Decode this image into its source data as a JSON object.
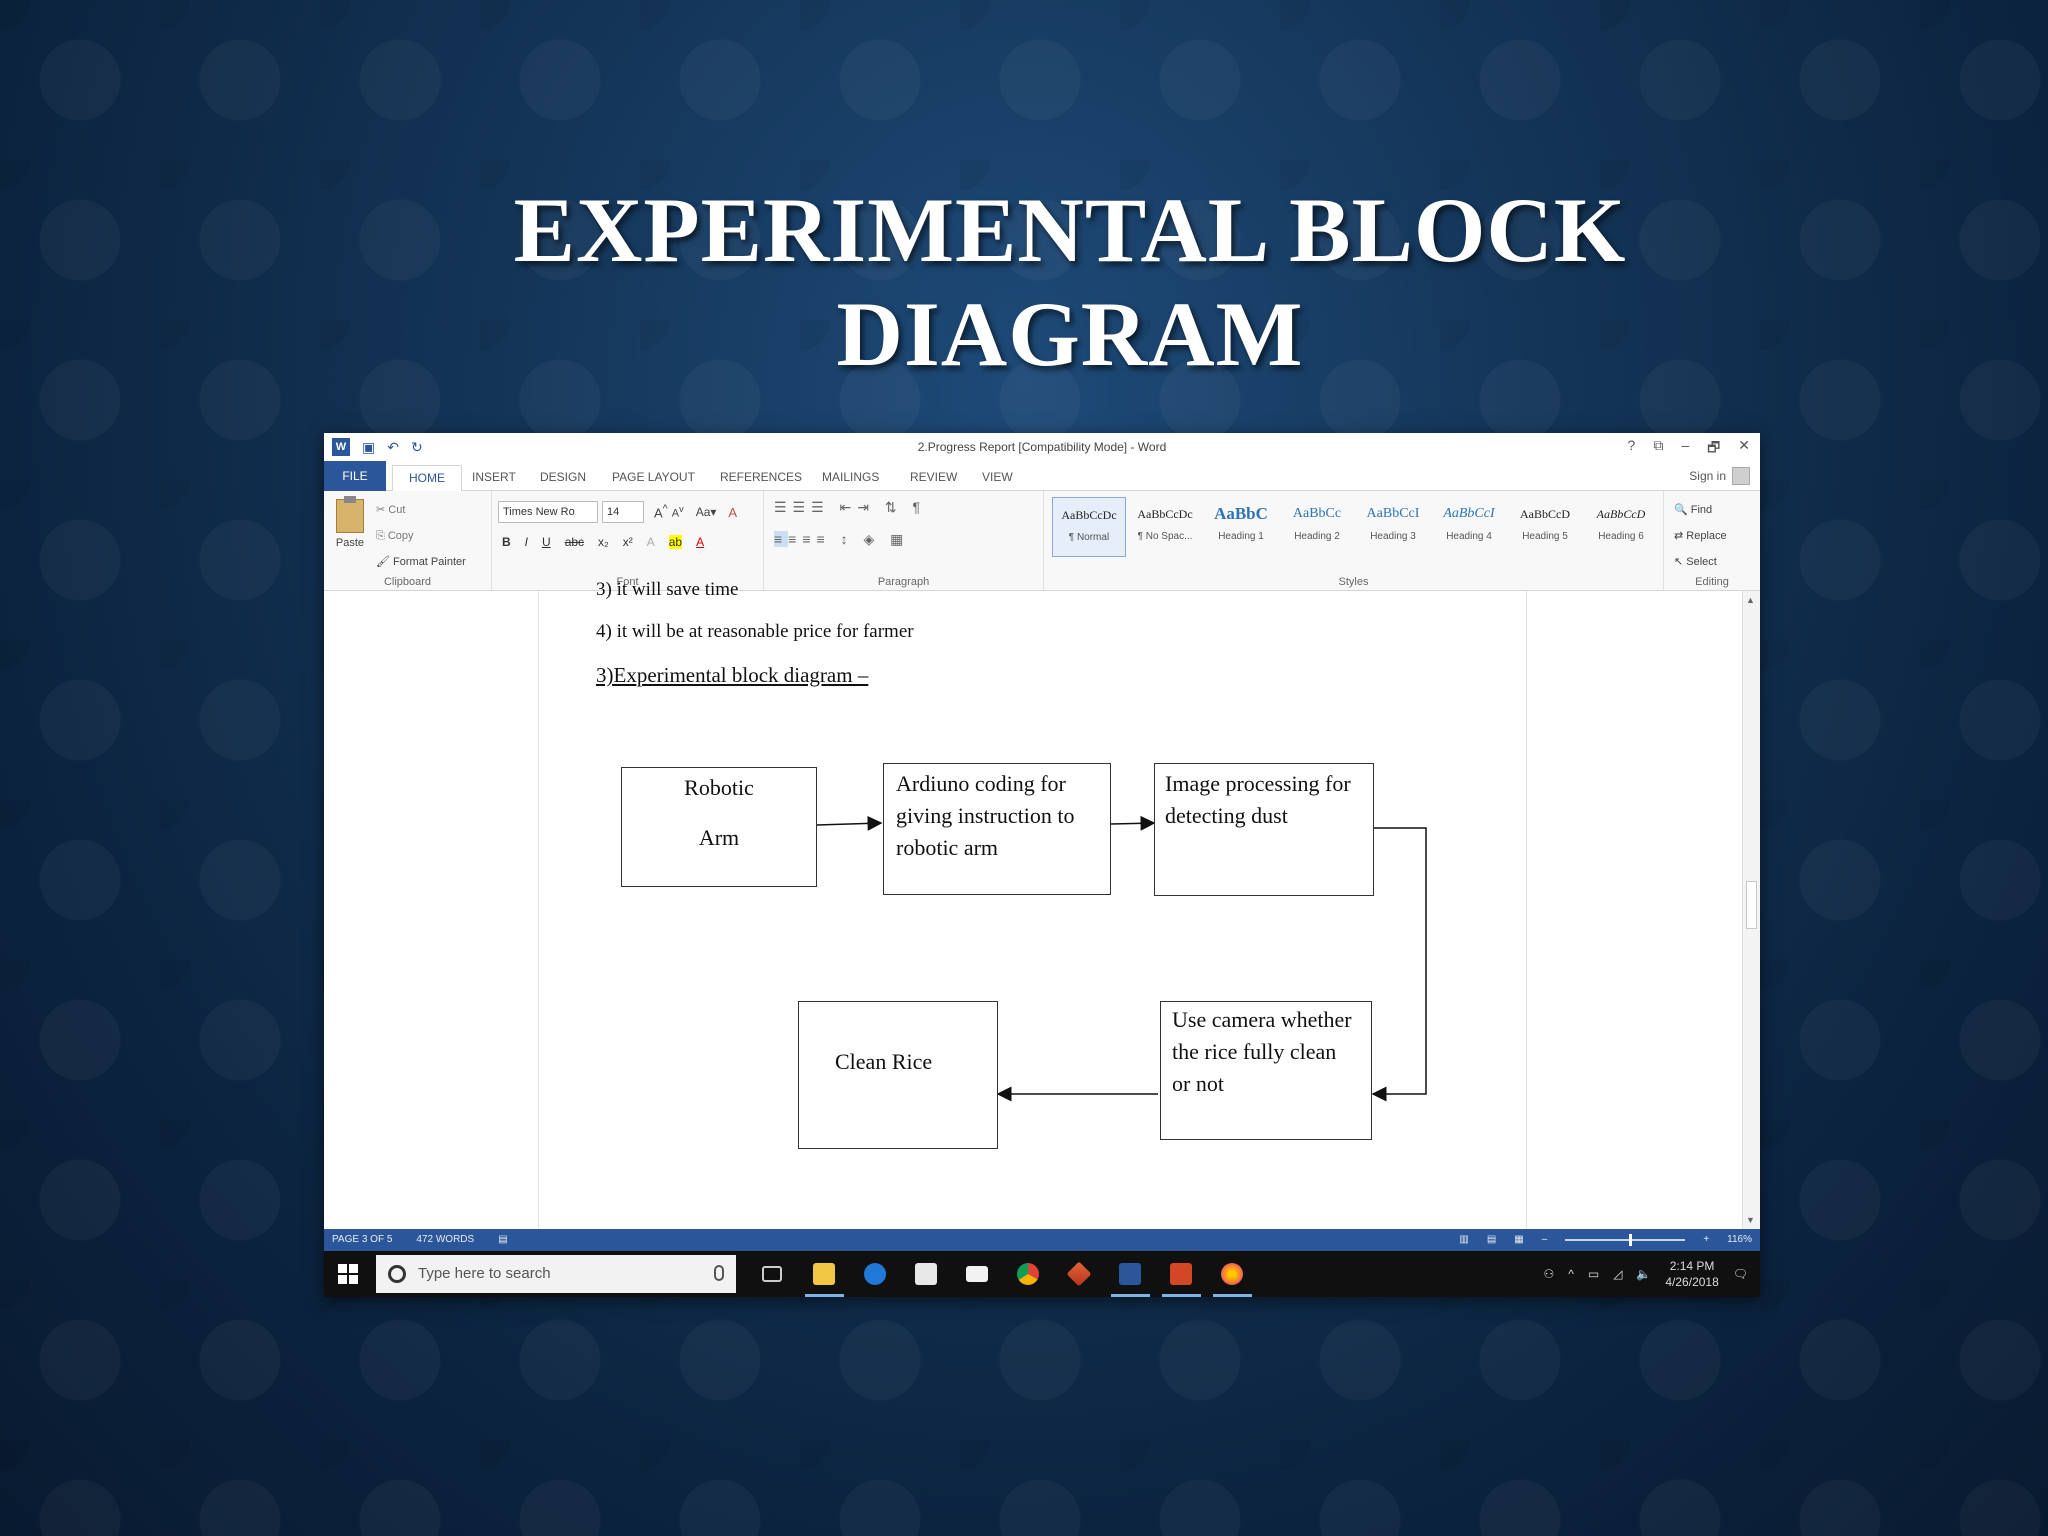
{
  "slide": {
    "title_line1": "EXPERIMENTAL BLOCK",
    "title_line2": "DIAGRAM"
  },
  "window": {
    "title": "2.Progress Report [Compatibility Mode] - Word",
    "controls": [
      "?",
      "⧉",
      "–",
      "🗗",
      "✕"
    ]
  },
  "tabs": [
    "FILE",
    "HOME",
    "INSERT",
    "DESIGN",
    "PAGE LAYOUT",
    "REFERENCES",
    "MAILINGS",
    "REVIEW",
    "VIEW"
  ],
  "signin": "Sign in",
  "ribbon": {
    "clipboard": {
      "label": "Clipboard",
      "paste": "Paste",
      "cut": "Cut",
      "copy": "Copy",
      "format_painter": "Format Painter"
    },
    "font": {
      "label": "Font",
      "font_name": "Times New Ro",
      "font_size": "14"
    },
    "paragraph": {
      "label": "Paragraph"
    },
    "styles": {
      "label": "Styles",
      "items": [
        {
          "sample": "AaBbCcDc",
          "name": "¶ Normal"
        },
        {
          "sample": "AaBbCcDc",
          "name": "¶ No Spac..."
        },
        {
          "sample": "AaBbC",
          "name": "Heading 1"
        },
        {
          "sample": "AaBbCc",
          "name": "Heading 2"
        },
        {
          "sample": "AaBbCcI",
          "name": "Heading 3"
        },
        {
          "sample": "AaBbCcI",
          "name": "Heading 4"
        },
        {
          "sample": "AaBbCcD",
          "name": "Heading 5"
        },
        {
          "sample": "AaBbCcD",
          "name": "Heading 6"
        }
      ]
    },
    "editing": {
      "label": "Editing",
      "find": "Find",
      "replace": "Replace",
      "select": "Select"
    }
  },
  "document": {
    "line_cut": "3) it will save time",
    "line4": "4) it will be at reasonable price for farmer",
    "heading": "3)Experimental block diagram –",
    "boxes": {
      "robotic_arm_line1": "Robotic",
      "robotic_arm_line2": "Arm",
      "arduino_line1": "Ardiuno coding for",
      "arduino_line2": "giving instruction to",
      "arduino_line3": "robotic arm",
      "image_line1": "Image processing for",
      "image_line2": "detecting dust",
      "camera_line1": "Use camera whether",
      "camera_line2": "the rice fully clean",
      "camera_line3": "or not",
      "clean_rice": "Clean Rice"
    }
  },
  "statusbar": {
    "page": "PAGE 3 OF 5",
    "words": "472 WORDS",
    "zoom": "116%"
  },
  "taskbar": {
    "search_placeholder": "Type here to search",
    "time": "2:14 PM",
    "date": "4/26/2018"
  },
  "colors": {
    "word_blue": "#2b579a",
    "slide_bg": "#143558"
  }
}
